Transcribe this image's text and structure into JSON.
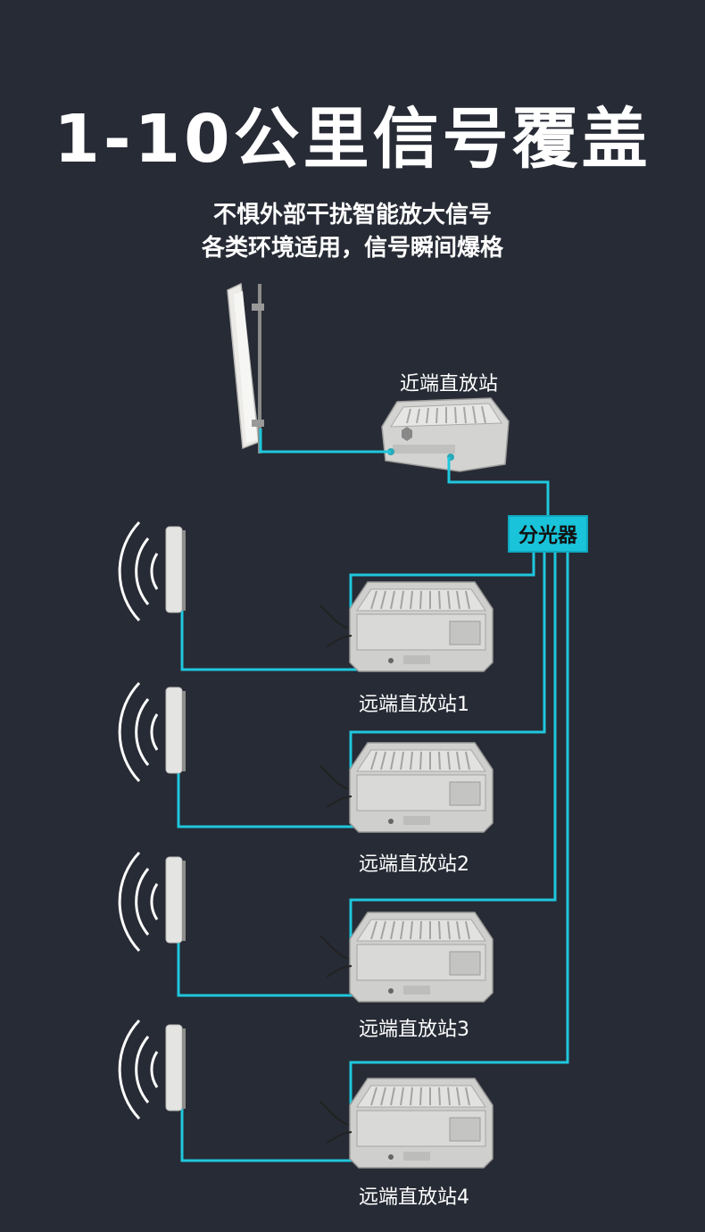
{
  "header": {
    "title": "1-10公里信号覆盖",
    "subtitle_line1": "不惧外部干扰智能放大信号",
    "subtitle_line2": "各类环境适用，信号瞬间爆格"
  },
  "near_station": {
    "label": "近端直放站"
  },
  "splitter": {
    "label": "分光器"
  },
  "remote_stations": [
    {
      "label": "远端直放站1"
    },
    {
      "label": "远端直放站2"
    },
    {
      "label": "远端直放站3"
    },
    {
      "label": "远端直放站4"
    }
  ],
  "colors": {
    "background": "#272b35",
    "cable": "#1fc7dd",
    "device_body": "#d4d4d2",
    "text": "#ffffff"
  }
}
